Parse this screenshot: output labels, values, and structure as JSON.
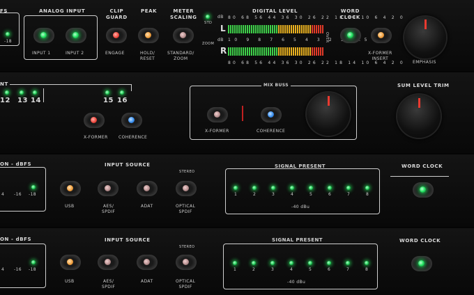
{
  "top": {
    "fs_label": "FS",
    "minus18": "-18",
    "analog_input": "ANALOG INPUT",
    "input1": "INPUT 1",
    "input2": "INPUT 2",
    "clip_guard": "CLIP\nGUARD",
    "engage": "ENGAGE",
    "peak": "PEAK",
    "hold_reset": "HOLD/\nRESET",
    "meter_scaling": "METER\nSCALING",
    "standard_zoom": "STANDARD/\nZOOM",
    "digital_level": "DIGITAL LEVEL",
    "std": "STD",
    "zoom": "ZOOM",
    "db": "dB",
    "L": "L",
    "R": "R",
    "scale_top": "80 68 56 44 36 30 26 22 18 14 10 6 4 2 0",
    "scale_mid": "10 9 8 7 6 5 4 3 2 1 0.5 0",
    "scale_bottom": "80 68 56 44 36 30 26 22 18 14 10 6 4 2 0",
    "over": "OVER",
    "word_clock": "WORD\nCLOCK",
    "xformer_insert": "X-FORMER\nINSERT",
    "emphasis": "EMPHASIS"
  },
  "middle": {
    "nt": "NT",
    "ch12": "12",
    "ch13": "13",
    "ch14": "14",
    "ch15": "15",
    "ch16": "16",
    "xformer": "X-FORMER",
    "coherence": "COHERENCE",
    "mix_buss": "MIX BUSS",
    "mix_xformer": "X-FORMER",
    "mix_coherence": "COHERENCE",
    "sum_level_trim": "SUM LEVEL TRIM"
  },
  "unit3": {
    "on_dbfs": "ON - dBFS",
    "m4": "4",
    "m16": "-16",
    "m18": "-18",
    "input_source": "INPUT SOURCE",
    "stereo": "STEREO",
    "usb": "USB",
    "aes": "AES/\nSPDIF",
    "adat": "ADAT",
    "optical": "OPTICAL\nSPDIF",
    "signal_present": "SIGNAL PRESENT",
    "ch": [
      "1",
      "2",
      "3",
      "4",
      "5",
      "6",
      "7",
      "8"
    ],
    "level": "-40 dBu",
    "word_clock": "WORD CLOCK"
  },
  "unit4": {
    "on_dbfs": "ON - dBFS",
    "m4": "4",
    "m16": "-16",
    "m18": "-18",
    "input_source": "INPUT SOURCE",
    "stereo": "STEREO",
    "usb": "USB",
    "aes": "AES/\nSPDIF",
    "adat": "ADAT",
    "optical": "OPTICAL\nSPDIF",
    "signal_present": "SIGNAL PRESENT",
    "ch": [
      "1",
      "2",
      "3",
      "4",
      "5",
      "6",
      "7",
      "8"
    ],
    "level": "-40 dBu",
    "word_clock": "WORD CLOCK"
  },
  "colors": {
    "led_green": "#22e060",
    "led_red": "#f04a40",
    "led_orange": "#f0a040",
    "led_pink": "#b89090",
    "led_blue": "#3a90f0"
  }
}
